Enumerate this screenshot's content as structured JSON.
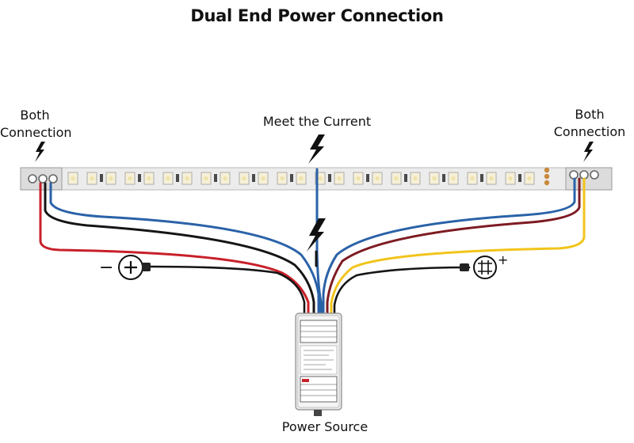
{
  "title": "Dual End Power Connection",
  "labels": {
    "left_connection": [
      "Both",
      "Connection"
    ],
    "right_connection": [
      "Both",
      "Connection"
    ],
    "center": "Meet the Current",
    "power_source": "Power Source"
  },
  "polarity": {
    "negative": "−",
    "positive": "+"
  },
  "colors": {
    "wire_red": "#c8202a",
    "wire_black": "#151515",
    "wire_blue": "#2a62a8",
    "wire_yellow": "#f2c41a",
    "wire_darkred": "#7e1b22",
    "strip": "#ededed",
    "led_chip": "#f6f0d8"
  }
}
